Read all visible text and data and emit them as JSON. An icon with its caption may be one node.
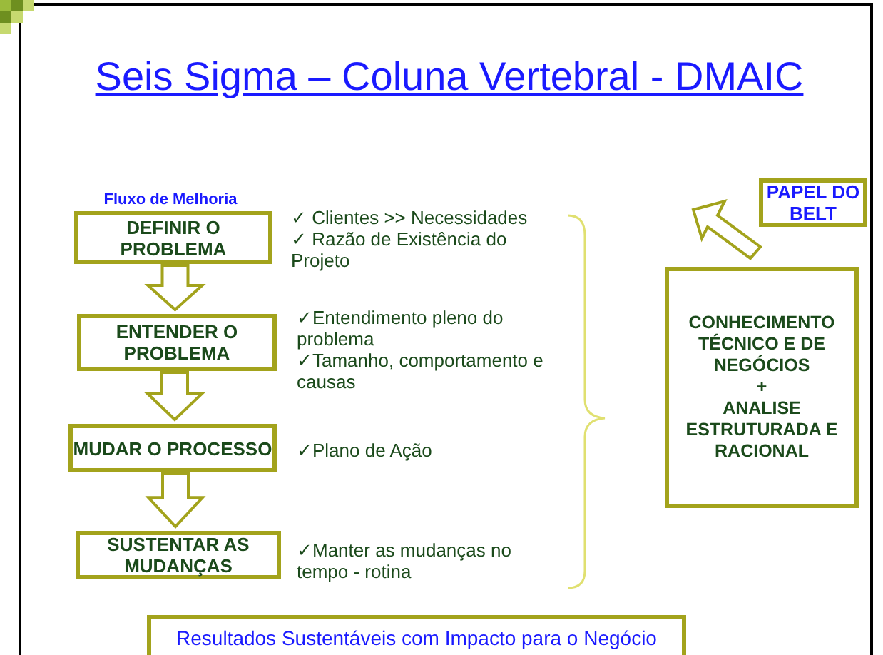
{
  "diagram": {
    "title": "Seis Sigma – Coluna Vertebral - DMAIC",
    "nodes": [
      {
        "text": [
          "DEFINIR O PROBLEMA"
        ],
        "beside": [
          "✓ Clientes >> Necessidades",
          "✓ Razão de Existência do Projeto"
        ]
      },
      {
        "text": [
          "ENTENDER O PROBLEMA"
        ],
        "beside": [
          "✓Entendimento pleno do problema",
          "✓Tamanho, comportamento e causas"
        ]
      },
      {
        "text": [
          "MUDAR O PROCESSO"
        ],
        "beside": [
          "✓Plano de Ação"
        ]
      },
      {
        "text": [
          "SUSTENTAR AS MUDANÇAS"
        ],
        "beside": [
          "✓Manter as mudanças no tempo - rotina"
        ]
      },
      {
        "text": [
          "PAPEL DO BELT"
        ]
      },
      {
        "text": [
          "CONHECIMENTO TÉCNICO E DE NEGÓCIOS",
          "+",
          "ANALISE ESTRUTURADA E RACIONAL"
        ]
      },
      {
        "text": [
          "Resultados Sustentáveis com Impacto para o Negócio"
        ]
      }
    ],
    "edges": [
      {
        "from": 0,
        "to": 1,
        "arrow": "to"
      },
      {
        "from": 1,
        "to": 2,
        "arrow": "to"
      },
      {
        "from": 2,
        "to": 3,
        "arrow": "to"
      },
      {
        "from": 4,
        "to": null,
        "arrow": "to"
      }
    ],
    "labels": [
      "Fluxo de Melhoria"
    ]
  }
}
